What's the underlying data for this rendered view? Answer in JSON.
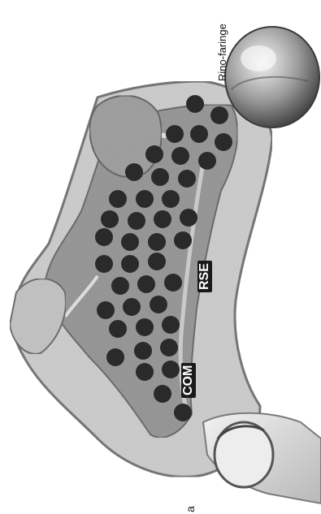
{
  "labels": {
    "rino": "Rino-faringe",
    "rse": "RSE",
    "com": "COM",
    "panel": "a"
  },
  "colors": {
    "tissue": "#9c9c9c",
    "tissue_light": "#d0d0d0",
    "bone": "#e4e4e4",
    "dot": "#2a2a2a",
    "label_bg": "#1a1a1a"
  },
  "dots": [
    {
      "u": 0.0,
      "v": 0.0
    }
  ]
}
